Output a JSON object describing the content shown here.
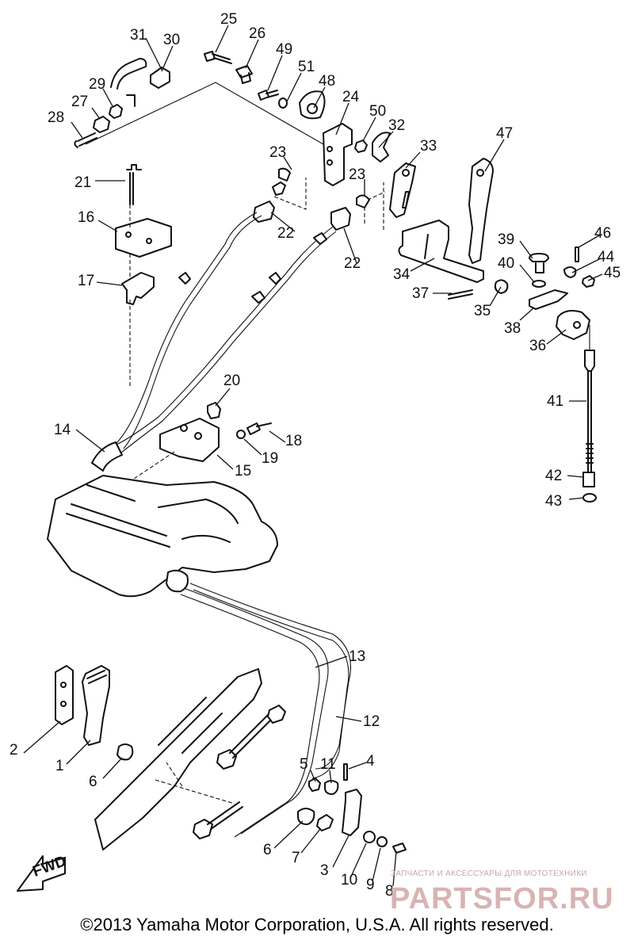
{
  "labels": {
    "p1": "1",
    "p2": "2",
    "p3": "3",
    "p4": "4",
    "p5": "5",
    "p6a": "6",
    "p6b": "6",
    "p7": "7",
    "p8": "8",
    "p9": "9",
    "p10": "10",
    "p11": "11",
    "p12": "12",
    "p13": "13",
    "p14": "14",
    "p15": "15",
    "p16": "16",
    "p17": "17",
    "p18": "18",
    "p19": "19",
    "p20": "20",
    "p21": "21",
    "p22a": "22",
    "p22b": "22",
    "p23a": "23",
    "p23b": "23",
    "p24": "24",
    "p25": "25",
    "p26": "26",
    "p27": "27",
    "p28": "28",
    "p29": "29",
    "p30": "30",
    "p31": "31",
    "p32": "32",
    "p33": "33",
    "p34": "34",
    "p35": "35",
    "p36": "36",
    "p37": "37",
    "p38": "38",
    "p39": "39",
    "p40": "40",
    "p41": "41",
    "p42": "42",
    "p43": "43",
    "p44": "44",
    "p45": "45",
    "p46": "46",
    "p47": "47",
    "p48": "48",
    "p49": "49",
    "p50": "50",
    "p51": "51"
  },
  "fwd_label": "FWD",
  "watermark": {
    "subtitle": "ЗАПЧАСТИ И АКСЕССУАРЫ ДЛЯ МОТОТЕХНИКИ",
    "brand": "PARTSFOR.RU"
  },
  "copyright": "©2013 Yamaha Motor Corporation, U.S.A. All rights reserved.",
  "colors": {
    "line": "#111111",
    "watermark": "#d9b3b3",
    "background": "#ffffff"
  }
}
